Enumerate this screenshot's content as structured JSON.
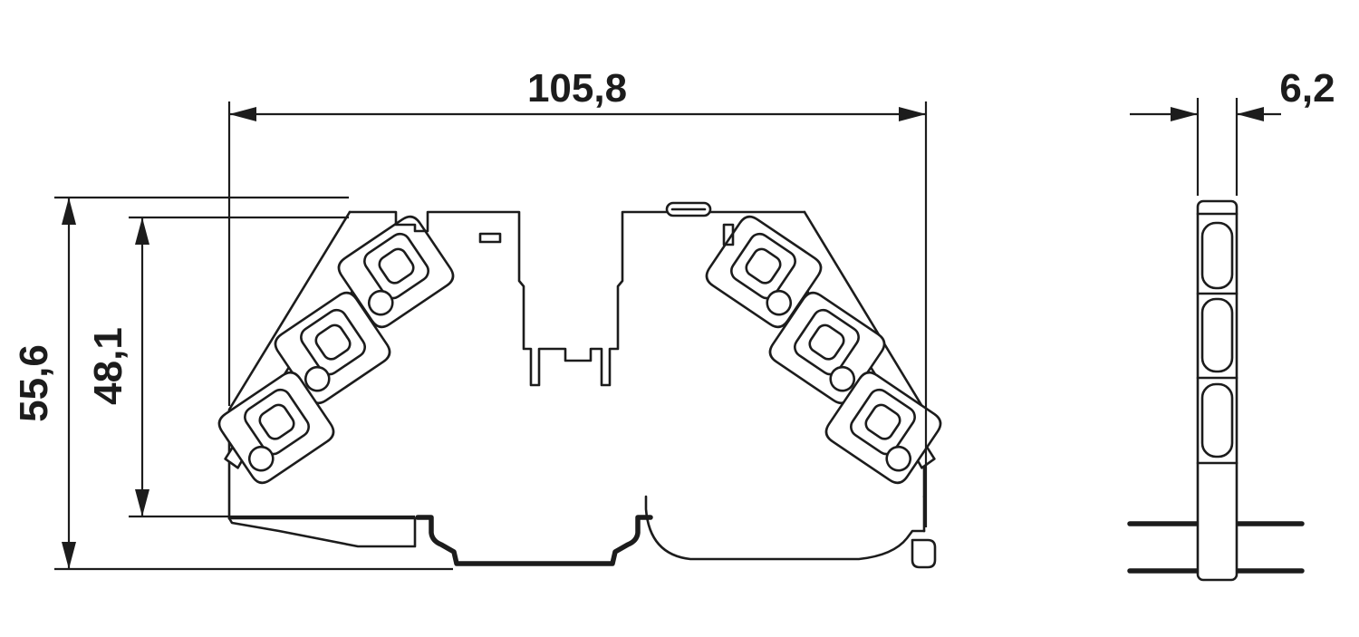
{
  "diagram": {
    "type": "technical-dimension-drawing",
    "labels": {
      "width": "105,8",
      "height_total": "55,6",
      "height_inner": "48,1",
      "depth": "6,2"
    },
    "colors": {
      "line": "#1c1c1c",
      "background": "#ffffff"
    }
  }
}
